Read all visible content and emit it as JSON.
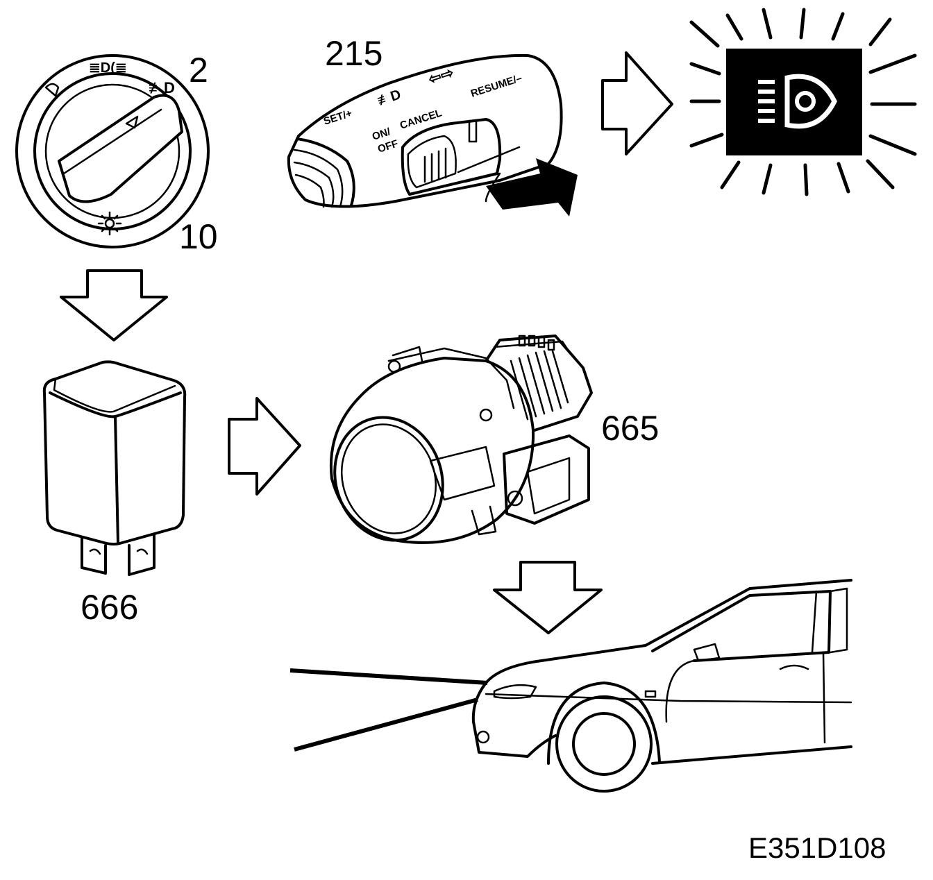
{
  "labels": {
    "switch": "2",
    "switch_lower": "10",
    "stalk": "215",
    "relay": "666",
    "foglamp": "665",
    "figure_code": "E351D108"
  },
  "stalk_text": {
    "set": "SET/+",
    "cancel": "CANCEL",
    "resume": "RESUME/–",
    "on": "ON/",
    "off": "OFF"
  },
  "icons": [
    "light-switch-icon",
    "stalk-icon",
    "fog-warning-lamp-icon",
    "relay-icon",
    "fog-lamp-unit-icon",
    "car-front-icon",
    "arrow-icon"
  ],
  "colors": {
    "ink": "#000000",
    "paper": "#ffffff"
  }
}
